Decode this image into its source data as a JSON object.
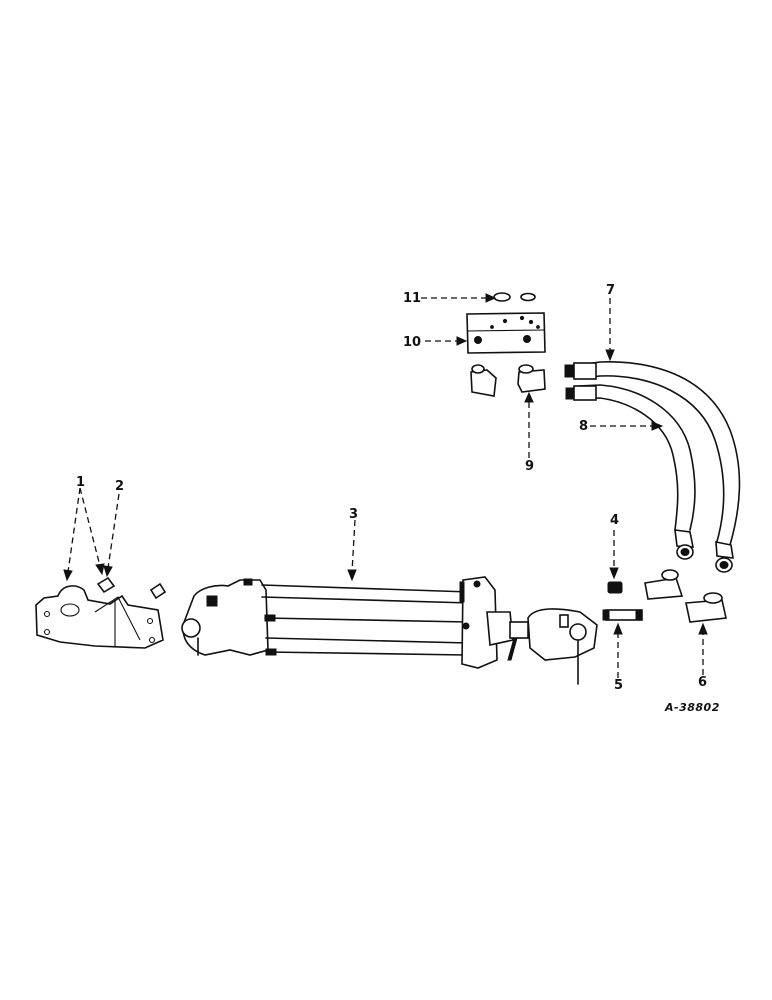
{
  "diagram": {
    "type": "exploded-parts-diagram",
    "reference_code": "A-38802",
    "callouts": [
      {
        "id": "1",
        "label": "1",
        "part": "support-bracket-and-pin"
      },
      {
        "id": "2",
        "label": "2",
        "part": "pin"
      },
      {
        "id": "3",
        "label": "3",
        "part": "hydraulic-cylinder"
      },
      {
        "id": "4",
        "label": "4",
        "part": "nut"
      },
      {
        "id": "5",
        "label": "5",
        "part": "nipple"
      },
      {
        "id": "6",
        "label": "6",
        "part": "elbow"
      },
      {
        "id": "7",
        "label": "7",
        "part": "hose-long"
      },
      {
        "id": "8",
        "label": "8",
        "part": "hose-short"
      },
      {
        "id": "9",
        "label": "9",
        "part": "elbow-fitting"
      },
      {
        "id": "10",
        "label": "10",
        "part": "manifold-block"
      },
      {
        "id": "11",
        "label": "11",
        "part": "o-ring"
      }
    ]
  }
}
